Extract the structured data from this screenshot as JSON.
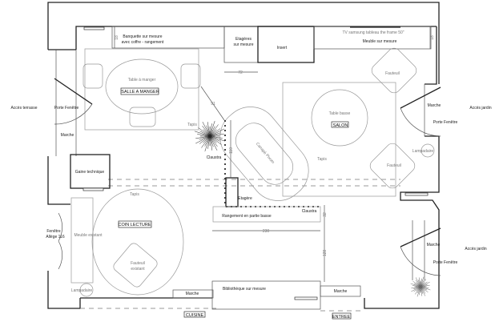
{
  "rooms": {
    "dining": "SALLE A MANGER",
    "living": "SALON",
    "reading": "COIN LECTURE",
    "kitchen": "CUISINE",
    "entrance": "ENTREE"
  },
  "furniture": {
    "bench_line1": "Banquette sur mesure",
    "bench_line2": "avec coffre - rangement",
    "shelves_line1": "Etagères",
    "shelves_line2": "sur mesure",
    "insert": "Insert",
    "tv": "TV samsung tableau the frame 50\"",
    "tv_cabinet": "Meuble sur mesure",
    "dining_table": "Table à manger",
    "dining_rug": "Tapis",
    "coffee_table": "Table basse",
    "living_rug": "Tapis",
    "sofa": "Canapé Pixom",
    "armchair_top": "Fauteuil",
    "armchair_bottom": "Fauteuil",
    "floor_lamp_living": "Lampadaire",
    "claustra_vertical": "Claustra",
    "claustra_horizontal": "Claustra",
    "shelf": "Etagère",
    "low_storage": "Rangement en partie basse",
    "technical_duct": "Gaine technique",
    "reading_rug": "Tapis",
    "existing_cabinet": "Meuble existant",
    "existing_armchair_line1": "Fauteuil",
    "existing_armchair_line2": "existant",
    "floor_lamp_reading": "Lampadaire",
    "bookcase": "Bibliothèque sur mesure"
  },
  "openings": {
    "terrace_access": "Accès terrasse",
    "terrace_door": "Porte Fenêtre",
    "terrace_step": "Marche",
    "window_line1": "Fenêtre",
    "window_line2": "Allège 116",
    "garden_access_top": "Accès jardin",
    "garden_door_top": "Porte Fenêtre",
    "garden_step_top": "Marche",
    "garden_access_bottom": "Accès jardin",
    "garden_door_bottom": "Porte Fenêtre",
    "garden_step_bottom": "Marche",
    "kitchen_step": "Marche",
    "entrance_step": "Marche"
  },
  "dimensions": {
    "bench_depth": "18",
    "tv_cabinet_depth": "18",
    "passage_top": "72",
    "passage_diagonal": "91",
    "claustra_height": "110",
    "storage_depth": "32",
    "storage_length": "230",
    "entrance_depth": "128"
  }
}
